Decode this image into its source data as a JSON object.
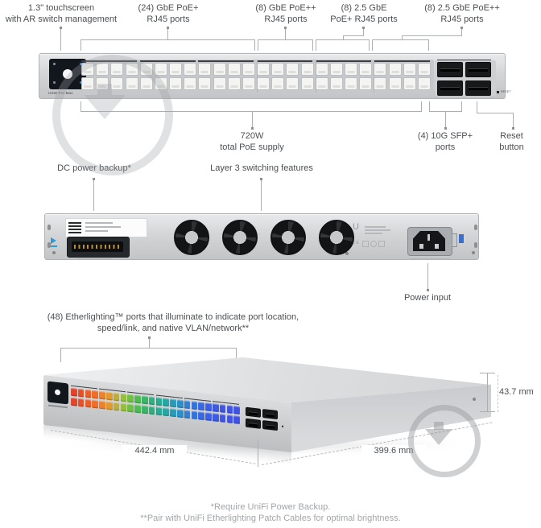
{
  "front": {
    "annotations_top": [
      {
        "label": "1.3\" touchscreen\nwith AR switch management"
      },
      {
        "label": "(24) GbE PoE+\nRJ45 ports"
      },
      {
        "label": "(8) GbE PoE++\nRJ45 ports"
      },
      {
        "label": "(8) 2.5 GbE\nPoE+ RJ45 ports"
      },
      {
        "label": "(8) 2.5 GbE PoE++\nRJ45 ports"
      }
    ],
    "annotations_bottom": [
      {
        "label": "720W\ntotal PoE supply"
      },
      {
        "label": "(4) 10G SFP+\nports"
      },
      {
        "label": "Reset\nbutton"
      }
    ],
    "screen_text": "USW Pro Max",
    "reset_text": "RESET",
    "rj45_columns": 24,
    "rj45_rows": 2,
    "sfp_count": 4
  },
  "rear": {
    "annotations_top": [
      {
        "label": "DC power backup*"
      },
      {
        "label": "Layer 3 switching features"
      }
    ],
    "annotation_bottom": {
      "label": "Power input"
    },
    "fan_count": 4
  },
  "iso": {
    "annotation": "(48) Etherlighting™ ports that illuminate to indicate port location,\nspeed/link, and native VLAN/network**",
    "dimensions": {
      "height": "43.7 mm",
      "width": "442.4 mm",
      "depth": "399.6 mm"
    },
    "etherlighting_colors": [
      "#e44427",
      "#ea4f26",
      "#ef5d26",
      "#f26e27",
      "#f08129",
      "#e19a2e",
      "#bfae35",
      "#96bd3c",
      "#6fc043",
      "#4dbb51",
      "#39b566",
      "#2db07d",
      "#27ac93",
      "#25a7a7",
      "#279cba",
      "#2b8fca",
      "#3080d7",
      "#3473df",
      "#3868e3",
      "#3b5fe6",
      "#3d59e7",
      "#3e55e7",
      "#3f53e6",
      "#4052e5"
    ]
  },
  "footnotes": [
    "*Require UniFi Power Backup.",
    "**Pair with UniFi Etherlighting Patch Cables for optimal brightness."
  ]
}
